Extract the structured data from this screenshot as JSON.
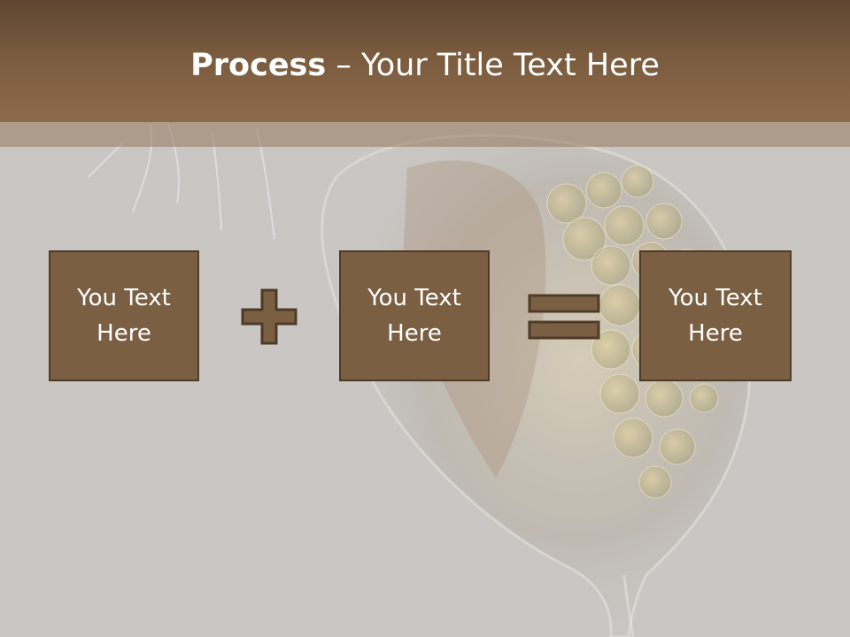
{
  "title": {
    "bold": "Process",
    "rest": " – Your Title Text Here"
  },
  "boxes": [
    {
      "label": "You Text Here"
    },
    {
      "label": "You Text Here"
    },
    {
      "label": "You Text Here"
    }
  ],
  "operators": [
    "plus-icon",
    "equals-icon"
  ],
  "colors": {
    "title_bar": "#7a5b3e",
    "box_fill": "#7a5f43",
    "box_border": "#4e3b27",
    "background": "#c9c6c3",
    "text": "#ffffff"
  }
}
